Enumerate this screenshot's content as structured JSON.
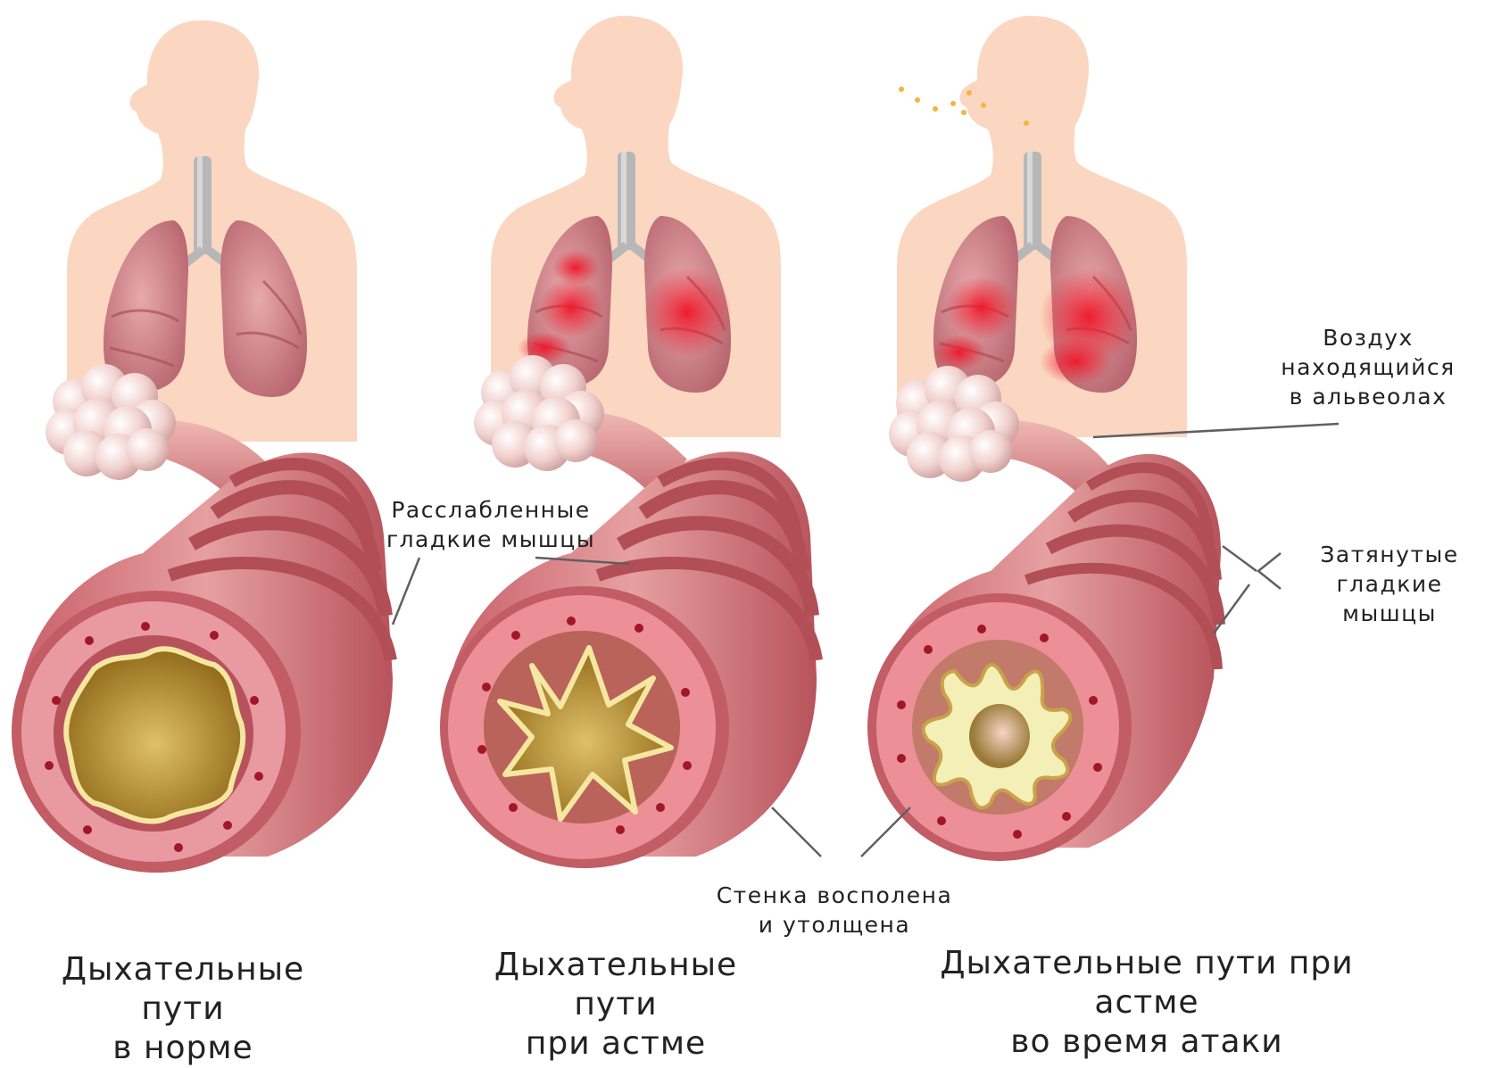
{
  "labels": {
    "relaxed_muscles": "Расслабленные\nгладкие мышцы",
    "tight_muscles": "Затянутые\nгладкие\nмышцы",
    "alveoli_air": "Воздух\nнаходящийся\nв альвеолах",
    "inflamed_wall": "Стенка восполена\nи утолщена"
  },
  "captions": {
    "normal": "Дыхательные пути\nв норме",
    "asthma": "Дыхательные пути\nпри астме",
    "attack": "Дыхательные пути при астме\nво время атаки"
  },
  "colors": {
    "skin": "#fbd7c1",
    "lung": "#c86e78",
    "lung_inflamed": "#e8283c",
    "trachea": "#b9b9b9",
    "airway": "#d9787a",
    "airway_ring": "#b24e55",
    "airway_wall": "#e99aa0",
    "lumen": "#b8912a",
    "alveoli": "#efc9c6",
    "leader_line": "#606060"
  }
}
